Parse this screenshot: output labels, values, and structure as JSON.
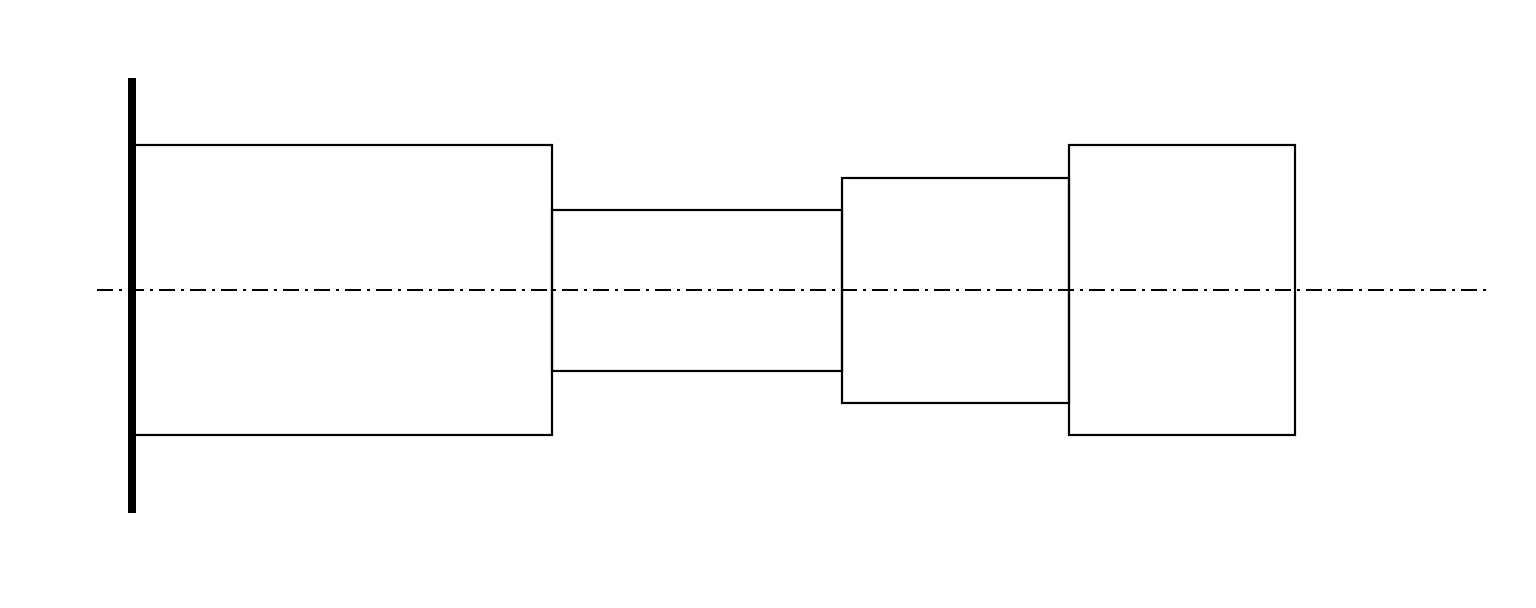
{
  "diagram": {
    "description_visible_text": "",
    "colors": {
      "background": "#ffffff",
      "stroke": "#000000"
    },
    "elements": [
      {
        "kind": "fixed-wall"
      },
      {
        "kind": "centerline",
        "style": "dash-dot"
      },
      {
        "kind": "shaft-segment",
        "order": 1,
        "relative_diameter": 1.0
      },
      {
        "kind": "shaft-segment",
        "order": 2,
        "relative_diameter": 0.55
      },
      {
        "kind": "shaft-segment",
        "order": 3,
        "relative_diameter": 0.78
      },
      {
        "kind": "shaft-segment",
        "order": 4,
        "relative_diameter": 1.0
      }
    ]
  }
}
